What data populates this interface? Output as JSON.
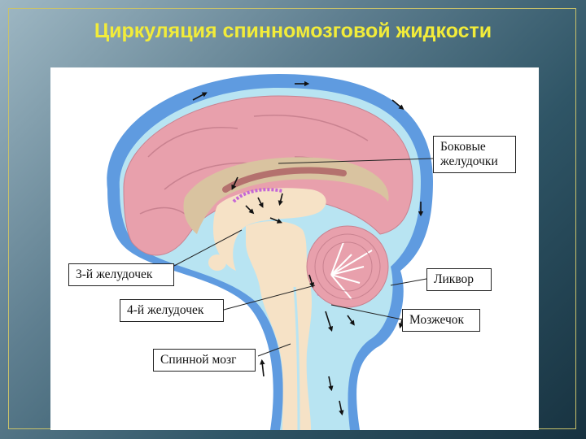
{
  "title": "Циркуляция спинномозговой жидкости",
  "labels": {
    "lateral_ventricles_line1": "Боковые",
    "lateral_ventricles_line2": "желудочки",
    "third_ventricle": "3-й желудочек",
    "liquor": "Ликвор",
    "fourth_ventricle": "4-й желудочек",
    "cerebellum": "Мозжечок",
    "spinal_cord": "Спинной мозг"
  },
  "colors": {
    "title": "#f2ec3a",
    "csf_blue": "#5f9be0",
    "csf_light": "#b8e4f2",
    "brain_pink": "#e8a0ac",
    "ventricle_tan": "#d9c3a0",
    "brainstem": "#f6e2c6",
    "choroid": "#c566d6"
  }
}
